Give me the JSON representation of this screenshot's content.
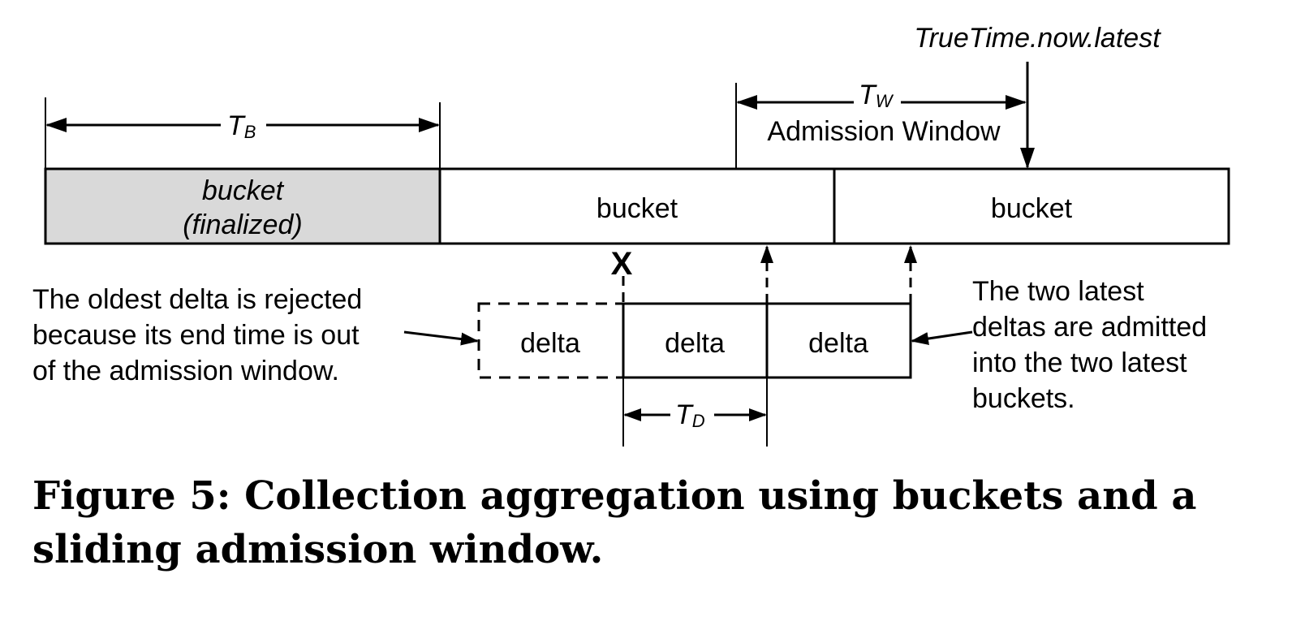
{
  "labels": {
    "truetime": "TrueTime.now.latest",
    "tb_main": "T",
    "tb_sub": "B",
    "tw_main": "T",
    "tw_sub": "W",
    "td_main": "T",
    "td_sub": "D",
    "admission_window": "Admission Window",
    "reject_mark": "X"
  },
  "buckets": [
    {
      "line1": "bucket",
      "line2": "(finalized)"
    },
    {
      "line1": "bucket"
    },
    {
      "line1": "bucket"
    }
  ],
  "deltas": [
    "delta",
    "delta",
    "delta"
  ],
  "notes": {
    "left": [
      "The oldest delta is rejected",
      "because its end time is out",
      "of the admission window."
    ],
    "right": [
      "The two latest",
      "deltas are admitted",
      "into the two latest",
      "buckets."
    ]
  },
  "caption": "Figure 5: Collection aggregation using buckets and a sliding admission window.",
  "colors": {
    "finalized_fill": "#d9d9d9",
    "reject_mark": "#e8392a"
  }
}
